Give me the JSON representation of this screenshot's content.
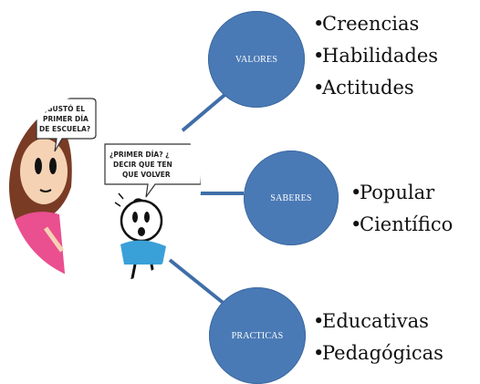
{
  "center_image": {
    "alt_icon": "comic-image"
  },
  "bubble_left": {
    "lines": [
      "¿GUSTÓ EL",
      "PRIMER DÍA",
      "DE ESCUELA?"
    ]
  },
  "bubble_right": {
    "lines": [
      "¿PRIMER DÍA? ¿",
      "DECIR QUE TEN",
      "QUE VOLVER"
    ]
  },
  "nodes": [
    {
      "id": "valores",
      "label": "VALORES",
      "items": [
        "Creencias",
        "Habilidades",
        "Actitudes"
      ]
    },
    {
      "id": "saberes",
      "label": "SABERES",
      "items": [
        "Popular",
        "Científico"
      ]
    },
    {
      "id": "practicas",
      "label": "PRACTICAS",
      "items": [
        "Educativas",
        "Pedagógicas"
      ]
    }
  ],
  "bullet_char": "•",
  "colors": {
    "node_fill": "#4a7ab5",
    "connector": "#3f6ea8",
    "text": "#111111"
  }
}
